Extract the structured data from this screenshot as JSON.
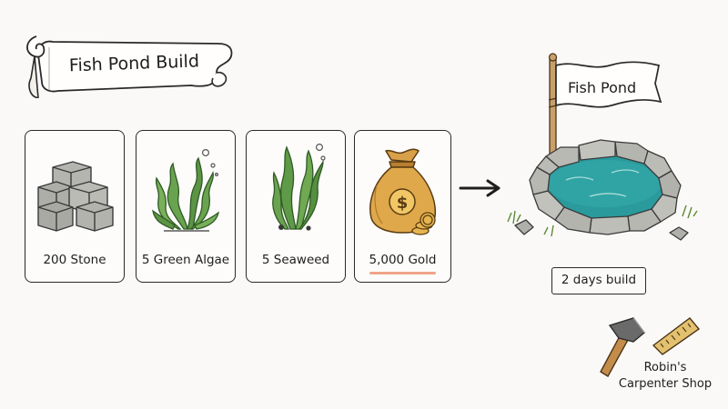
{
  "title": "Fish Pond Build",
  "ingredients": [
    {
      "label": "200 Stone",
      "icon": "stone-blocks-icon"
    },
    {
      "label": "5 Green Algae",
      "icon": "green-algae-icon"
    },
    {
      "label": "5 Seaweed",
      "icon": "seaweed-icon"
    },
    {
      "label": "5,000 Gold",
      "icon": "gold-bag-icon",
      "highlighted": true
    }
  ],
  "result": {
    "flag_label": "Fish Pond",
    "build_time": "2 days build",
    "icon": "fish-pond-icon"
  },
  "shop": {
    "line1": "Robin's",
    "line2": "Carpenter Shop",
    "icons": [
      "hammer-icon",
      "ruler-icon"
    ]
  },
  "colors": {
    "accent_underline": "#f0a488",
    "pond_water": "#2a9a9c",
    "gold": "#d9a040",
    "algae_green": "#5d9a45",
    "stone": "#b9b9b4"
  }
}
